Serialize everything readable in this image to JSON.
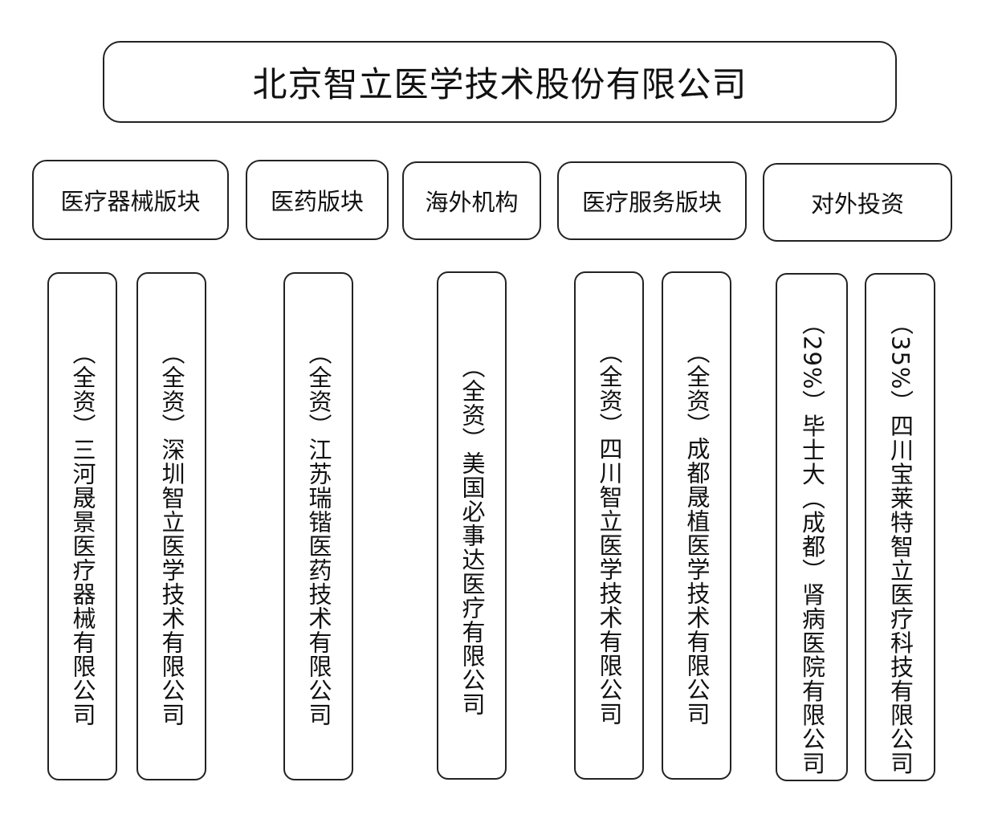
{
  "company": {
    "name": "北京智立医学技术股份有限公司"
  },
  "segments": [
    {
      "label": "医疗器械版块",
      "subsidiaries": [
        {
          "name": "（全资）三河晟景医疗器械有限公司"
        },
        {
          "name": "（全资）深圳智立医学技术有限公司"
        }
      ]
    },
    {
      "label": "医药版块",
      "subsidiaries": [
        {
          "name": "（全资）江苏瑞锴医药技术有限公司"
        }
      ]
    },
    {
      "label": "海外机构",
      "subsidiaries": [
        {
          "name": "（全资）美国必事达医疗有限公司"
        }
      ]
    },
    {
      "label": "医疗服务版块",
      "subsidiaries": [
        {
          "name": "（全资）四川智立医学技术有限公司"
        },
        {
          "name": "（全资）成都晟植医学技术有限公司"
        }
      ]
    },
    {
      "label": "对外投资",
      "subsidiaries": [
        {
          "name": "（29%）毕士大（成都）肾病医院有限公司"
        },
        {
          "name": "（35%）四川宝莱特智立医疗科技有限公司"
        }
      ]
    }
  ]
}
